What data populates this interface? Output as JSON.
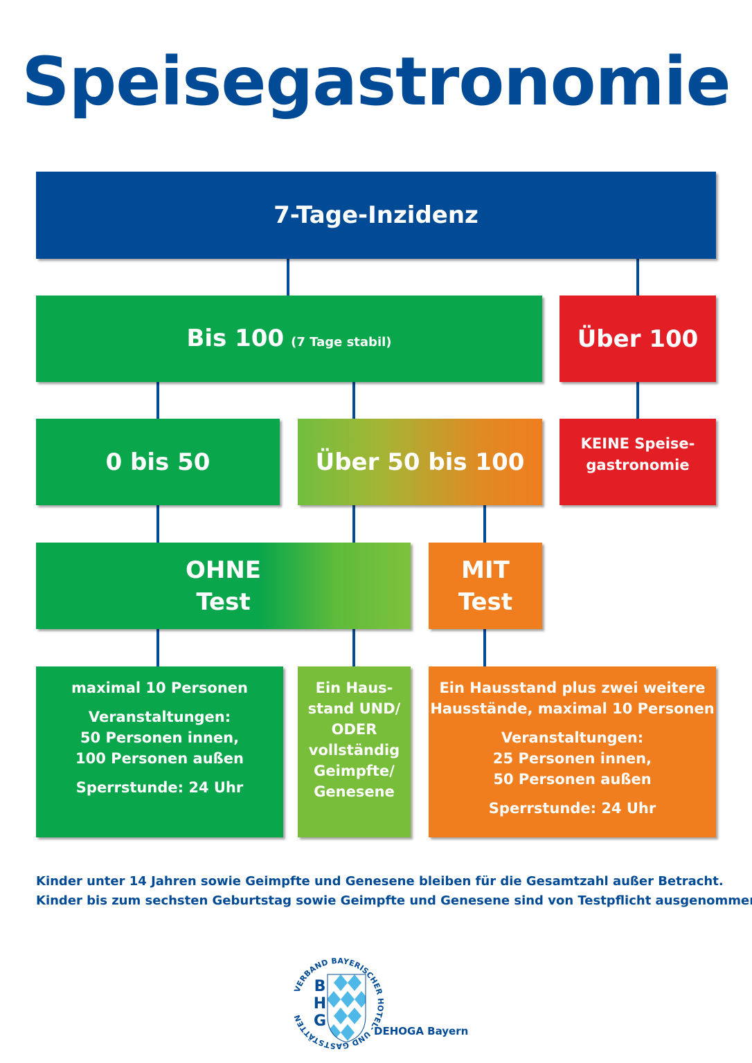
{
  "title": "Speisegastronomie",
  "header": "7-Tage-Inzidenz",
  "level1": {
    "left": {
      "label": "Bis 100",
      "note": "(7 Tage stabil)"
    },
    "right": {
      "label": "Über 100"
    }
  },
  "level2": {
    "a": "0 bis 50",
    "b": "Über 50 bis 100",
    "c": {
      "line1": "KEINE Speise-",
      "line2": "gastronomie"
    }
  },
  "level3": {
    "ohne": {
      "line1": "OHNE",
      "line2": "Test"
    },
    "mit": {
      "line1": "MIT",
      "line2": "Test"
    }
  },
  "level4": {
    "ohne": {
      "line1": "maximal 10 Personen",
      "line2": "Veranstaltungen:",
      "line3": "50 Personen innen,",
      "line4": "100 Personen außen",
      "line5": "Sperrstunde: 24 Uhr"
    },
    "mid": {
      "line1": "Ein Haus-",
      "line2": "stand UND/",
      "line3": "ODER",
      "line4": "vollständig",
      "line5": "Geimpfte/",
      "line6": "Genesene"
    },
    "mit": {
      "line1": "Ein Hausstand plus zwei weitere",
      "line2": "Hausstände, maximal 10 Personen",
      "line3": "Veranstaltungen:",
      "line4": "25 Personen innen,",
      "line5": "50 Personen außen",
      "line6": "Sperrstunde: 24 Uhr"
    }
  },
  "footer": {
    "line1": "Kinder unter 14 Jahren sowie Geimpfte und Genesene bleiben für die Gesamtzahl außer Betracht.",
    "line2": "Kinder bis zum sechsten Geburtstag sowie Geimpfte und Genesene sind von Testpflicht ausgenommen."
  },
  "logo": {
    "letters": [
      "B",
      "H",
      "G"
    ],
    "ring_text": "VERBAND BAYERISCHER HOTEL- UND GASTSTÄTTEN",
    "name": "DEHOGA Bayern"
  },
  "colors": {
    "blue": "#004a96",
    "green": "#0aa64b",
    "red": "#e31e25",
    "orange": "#f07d1e",
    "lime": "#79be3b",
    "light_blue": "#4fb8e6"
  }
}
